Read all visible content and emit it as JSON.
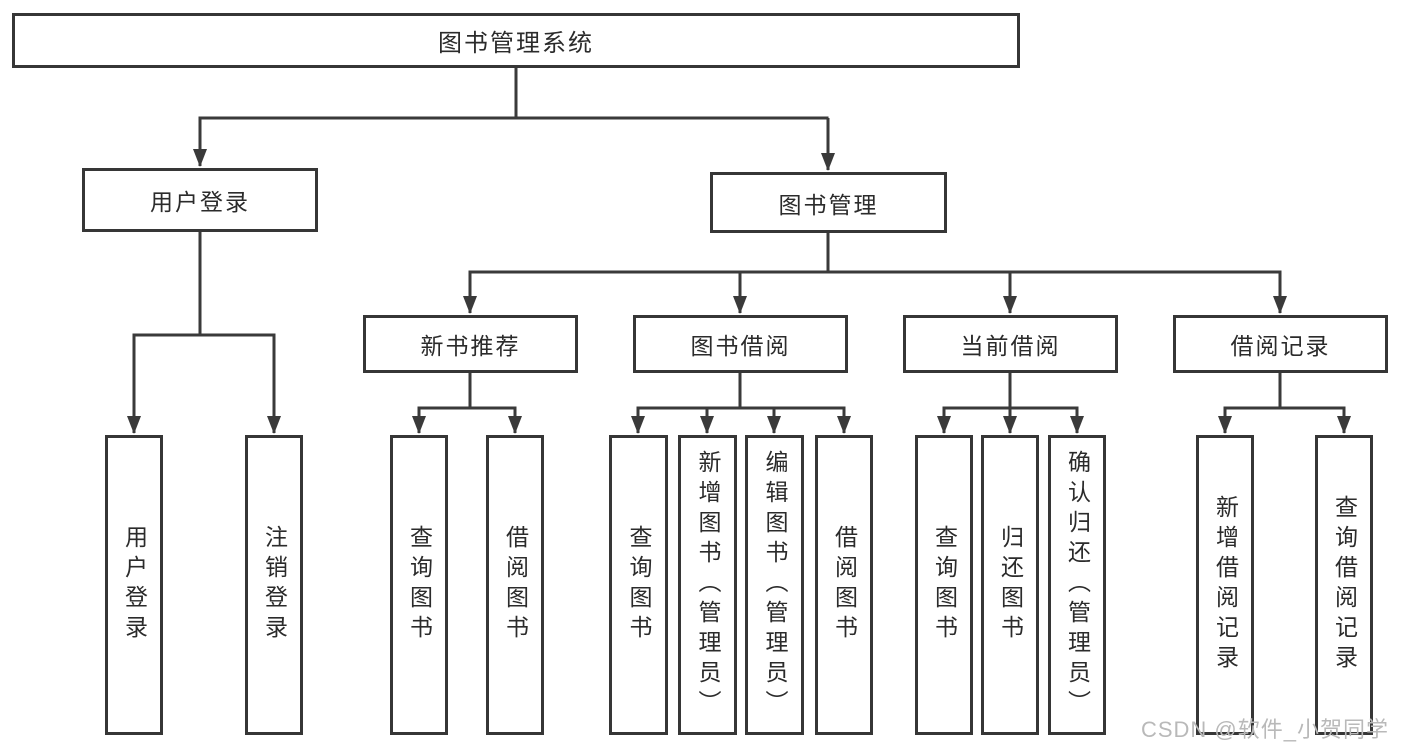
{
  "diagram": {
    "type": "hierarchy-tree",
    "colors": {
      "line": "#3a3a3a",
      "border": "#363636",
      "text": "#2b2b2b",
      "background": "#ffffff",
      "watermark": "#b9b9b9"
    },
    "nodes": {
      "root": {
        "label": "图书管理系统"
      },
      "login": {
        "label": "用户登录"
      },
      "bookmgmt": {
        "label": "图书管理"
      },
      "newbook": {
        "label": "新书推荐"
      },
      "borrow": {
        "label": "图书借阅"
      },
      "current": {
        "label": "当前借阅"
      },
      "records": {
        "label": "借阅记录"
      },
      "leaf_login_1": {
        "label": "用户登录"
      },
      "leaf_login_2": {
        "label": "注销登录"
      },
      "leaf_newbook_1": {
        "label": "查询图书"
      },
      "leaf_newbook_2": {
        "label": "借阅图书"
      },
      "leaf_borrow_1": {
        "label": "查询图书"
      },
      "leaf_borrow_2": {
        "label": "新增图书（管理员）"
      },
      "leaf_borrow_3": {
        "label": "编辑图书（管理员）"
      },
      "leaf_borrow_4": {
        "label": "借阅图书"
      },
      "leaf_current_1": {
        "label": "查询图书"
      },
      "leaf_current_2": {
        "label": "归还图书"
      },
      "leaf_current_3": {
        "label": "确认归还（管理员）"
      },
      "leaf_records_1": {
        "label": "新增借阅记录"
      },
      "leaf_records_2": {
        "label": "查询借阅记录"
      }
    },
    "hierarchy": {
      "图书管理系统": [
        "用户登录",
        "图书管理"
      ],
      "用户登录": [
        "用户登录",
        "注销登录"
      ],
      "图书管理": [
        "新书推荐",
        "图书借阅",
        "当前借阅",
        "借阅记录"
      ],
      "新书推荐": [
        "查询图书",
        "借阅图书"
      ],
      "图书借阅": [
        "查询图书",
        "新增图书（管理员）",
        "编辑图书（管理员）",
        "借阅图书"
      ],
      "当前借阅": [
        "查询图书",
        "归还图书",
        "确认归还（管理员）"
      ],
      "借阅记录": [
        "新增借阅记录",
        "查询借阅记录"
      ]
    }
  },
  "watermark": {
    "text": "CSDN @软件_小贺同学"
  }
}
